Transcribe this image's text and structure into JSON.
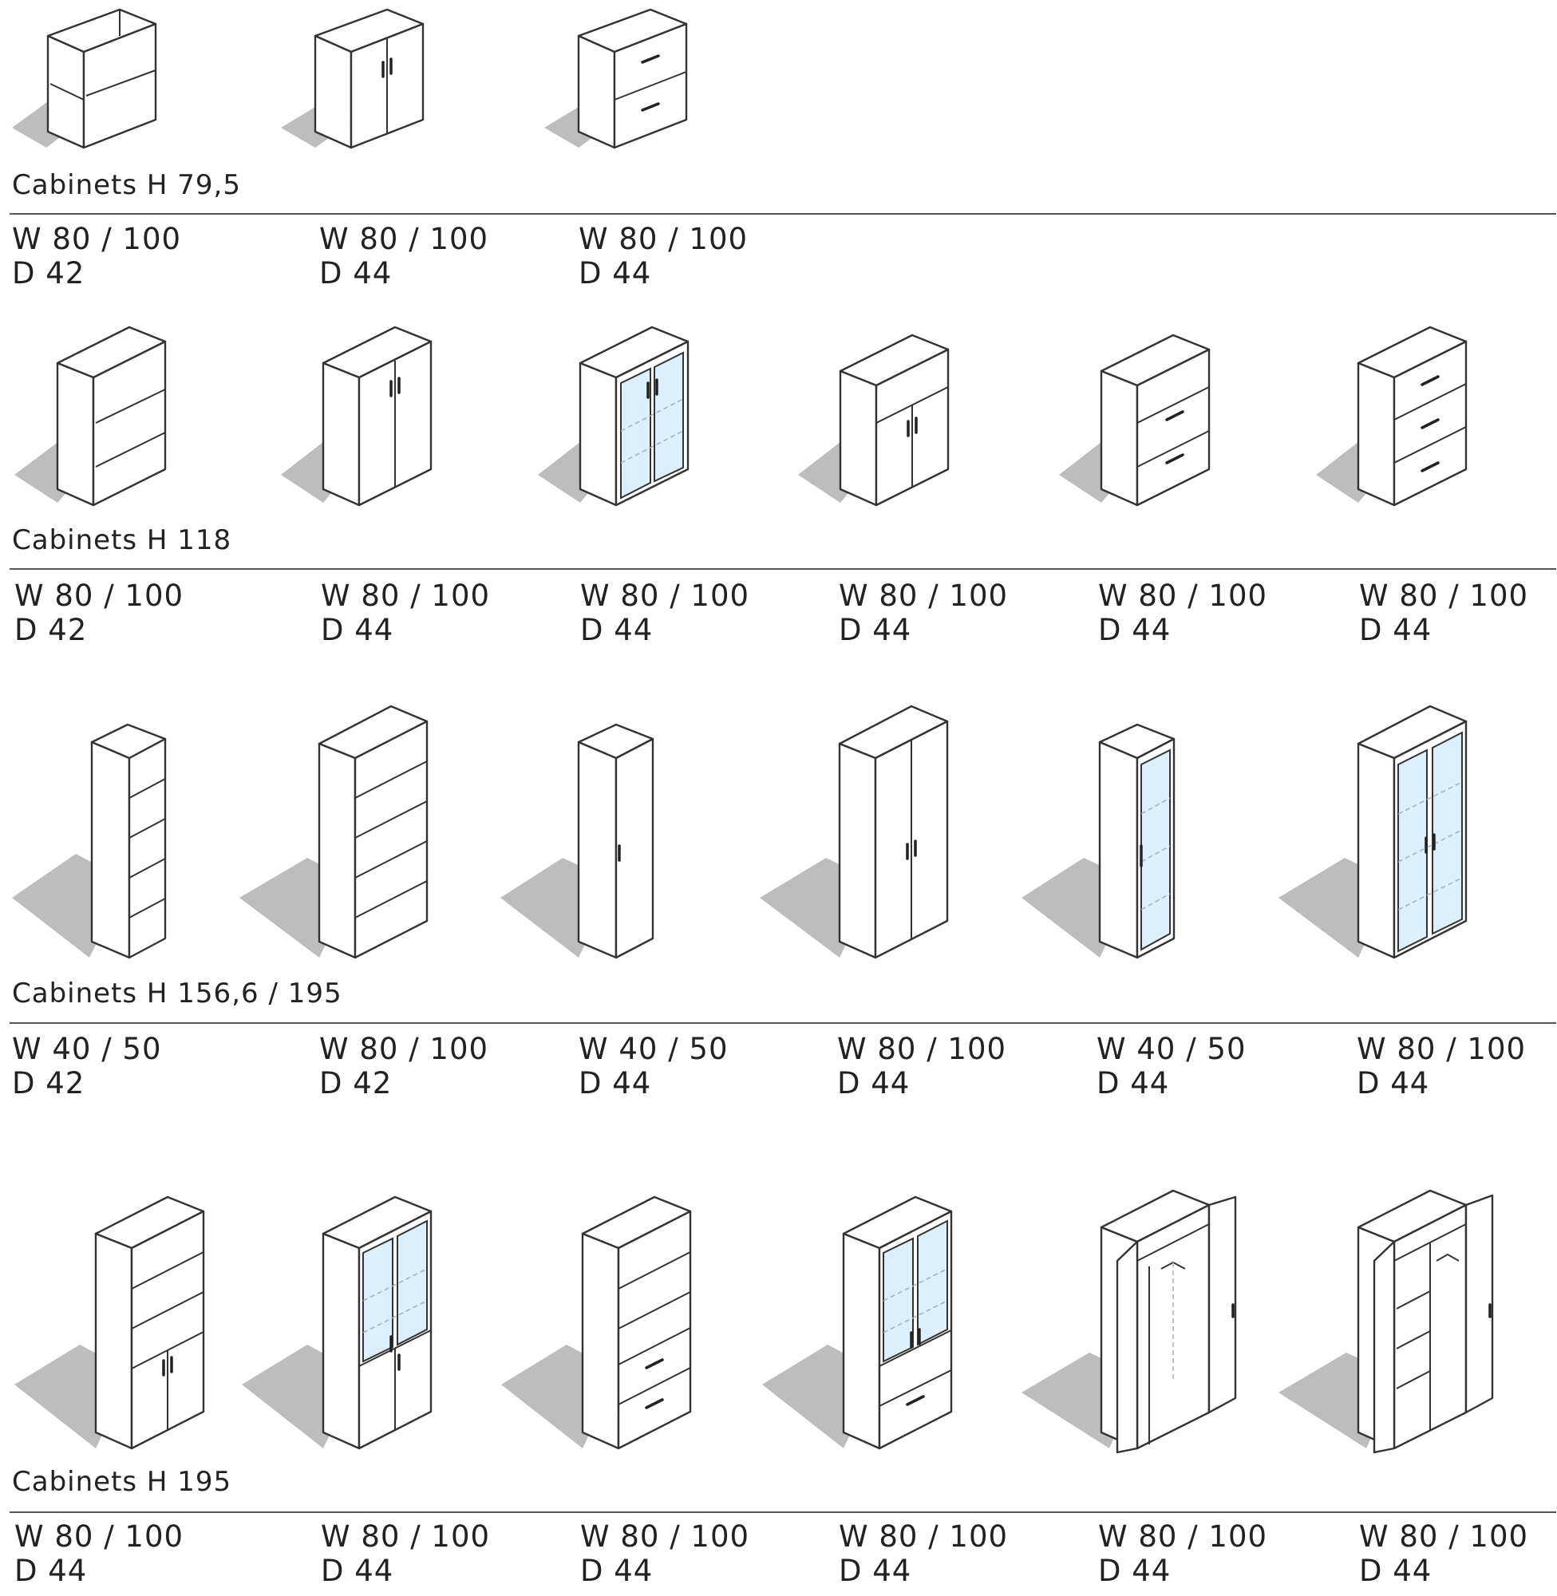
{
  "sections": [
    {
      "title": "Cabinets H 79,5",
      "items": [
        {
          "type": "open",
          "width": "W 80 / 100",
          "depth": "D 42"
        },
        {
          "type": "doors",
          "width": "W 80 / 100",
          "depth": "D 44"
        },
        {
          "type": "drawers",
          "width": "W 80 / 100",
          "depth": "D 44"
        }
      ]
    },
    {
      "title": "Cabinets H 118",
      "items": [
        {
          "type": "open",
          "width": "W 80 / 100",
          "depth": "D 42"
        },
        {
          "type": "doors",
          "width": "W 80 / 100",
          "depth": "D 44"
        },
        {
          "type": "glass-doors",
          "width": "W 80 / 100",
          "depth": "D 44"
        },
        {
          "type": "open-top-doors",
          "width": "W 80 / 100",
          "depth": "D 44"
        },
        {
          "type": "open-top-drawers",
          "width": "W 80 / 100",
          "depth": "D 44"
        },
        {
          "type": "three-drawers",
          "width": "W 80 / 100",
          "depth": "D 44"
        }
      ]
    },
    {
      "title": "Cabinets H 156,6 / 195",
      "items": [
        {
          "type": "narrow-open",
          "width": "W 40 / 50",
          "depth": "D 42"
        },
        {
          "type": "tall-open",
          "width": "W 80 / 100",
          "depth": "D 42"
        },
        {
          "type": "narrow-door",
          "width": "W 40 / 50",
          "depth": "D 44"
        },
        {
          "type": "tall-doors",
          "width": "W 80 / 100",
          "depth": "D 44"
        },
        {
          "type": "narrow-glass-door",
          "width": "W 40 / 50",
          "depth": "D 44"
        },
        {
          "type": "tall-glass-doors",
          "width": "W 80 / 100",
          "depth": "D 44"
        }
      ]
    },
    {
      "title": "Cabinets H 195",
      "items": [
        {
          "type": "open-over-doors",
          "width": "W 80 / 100",
          "depth": "D 44"
        },
        {
          "type": "glass-over-doors",
          "width": "W 80 / 100",
          "depth": "D 44"
        },
        {
          "type": "open-over-drawers",
          "width": "W 80 / 100",
          "depth": "D 44"
        },
        {
          "type": "glass-over-drawers",
          "width": "W 80 / 100",
          "depth": "D 44"
        },
        {
          "type": "wardrobe-open",
          "width": "W 80 / 100",
          "depth": "D 44"
        },
        {
          "type": "wardrobe-shelves",
          "width": "W 80 / 100",
          "depth": "D 44"
        }
      ]
    }
  ],
  "colors": {
    "line": "#333333",
    "shadow": "#bdbdbd",
    "glass": "#dceffc",
    "rule": "#555555"
  }
}
